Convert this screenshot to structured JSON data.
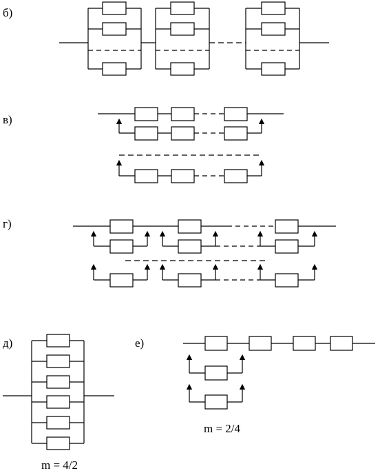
{
  "labels": {
    "b": "б)",
    "v": "в)",
    "g": "г)",
    "d": "д)",
    "e": "е)"
  },
  "captions": {
    "d": "m = 4/2",
    "e": "m = 2/4"
  },
  "colors": {
    "stroke": "#000000",
    "background": "#ffffff"
  }
}
